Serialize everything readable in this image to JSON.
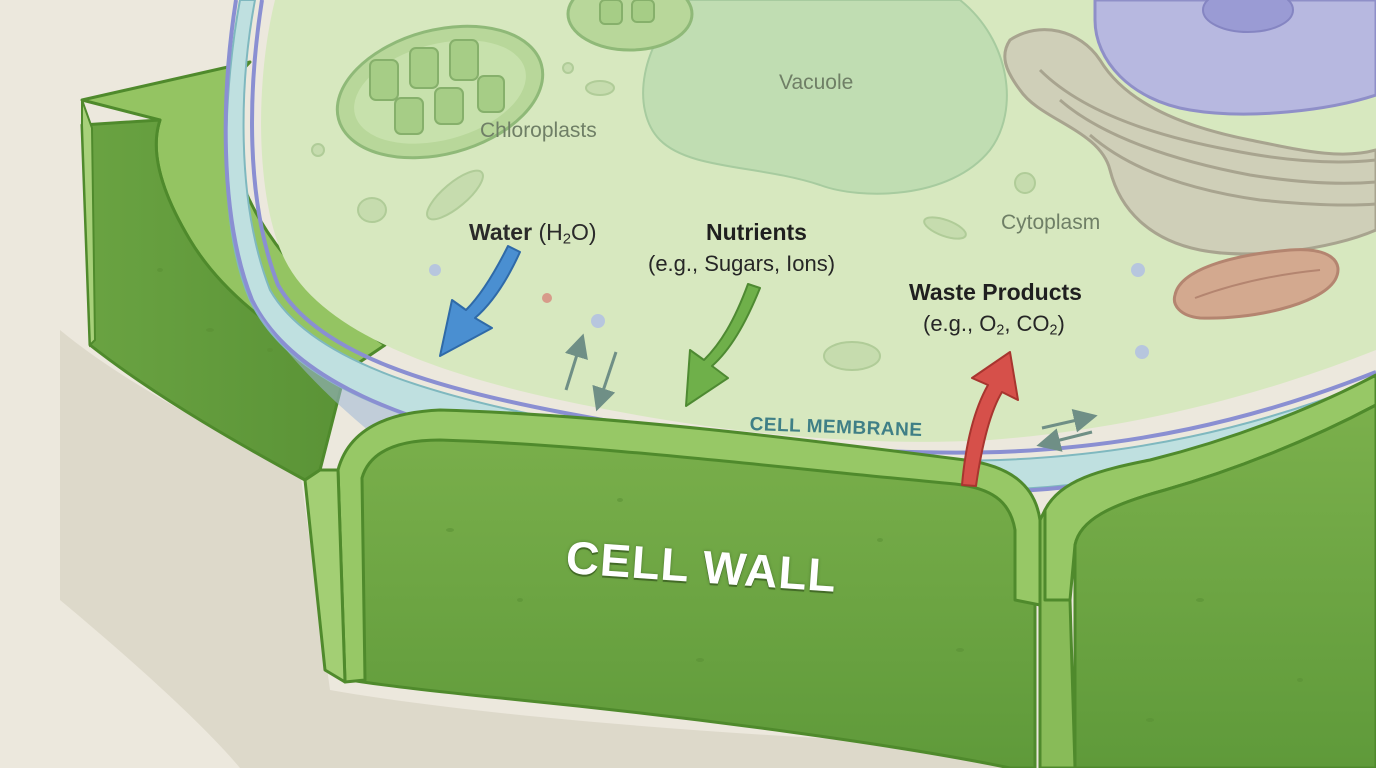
{
  "labels": {
    "chloroplasts": "Chloroplasts",
    "vacuole": "Vacuole",
    "cytoplasm": "Cytoplasm",
    "cell_membrane": "CELL MEMBRANE",
    "cell_wall": "CELL WALL"
  },
  "water": {
    "bold": "Water",
    "open": "(H",
    "sub": "2",
    "close": "O)"
  },
  "nutrients": {
    "title": "Nutrients",
    "detail": "(e.g., Sugars, Ions)"
  },
  "waste": {
    "title": "Waste Products",
    "detail_a": "(e.g., O",
    "sub_a": "2",
    "detail_b": ", CO",
    "sub_b": "2",
    "detail_c": ")"
  },
  "colors": {
    "background": "#ece8dd",
    "cell_wall": "#6fa644",
    "cell_wall_top": "#9ccc6b",
    "cytoplasm": "#d7e8bf",
    "membrane": "#8f8fd0",
    "water_arrow": "#4a8fd1",
    "nutrient_arrow": "#6fb04a",
    "waste_arrow": "#d6504a"
  }
}
